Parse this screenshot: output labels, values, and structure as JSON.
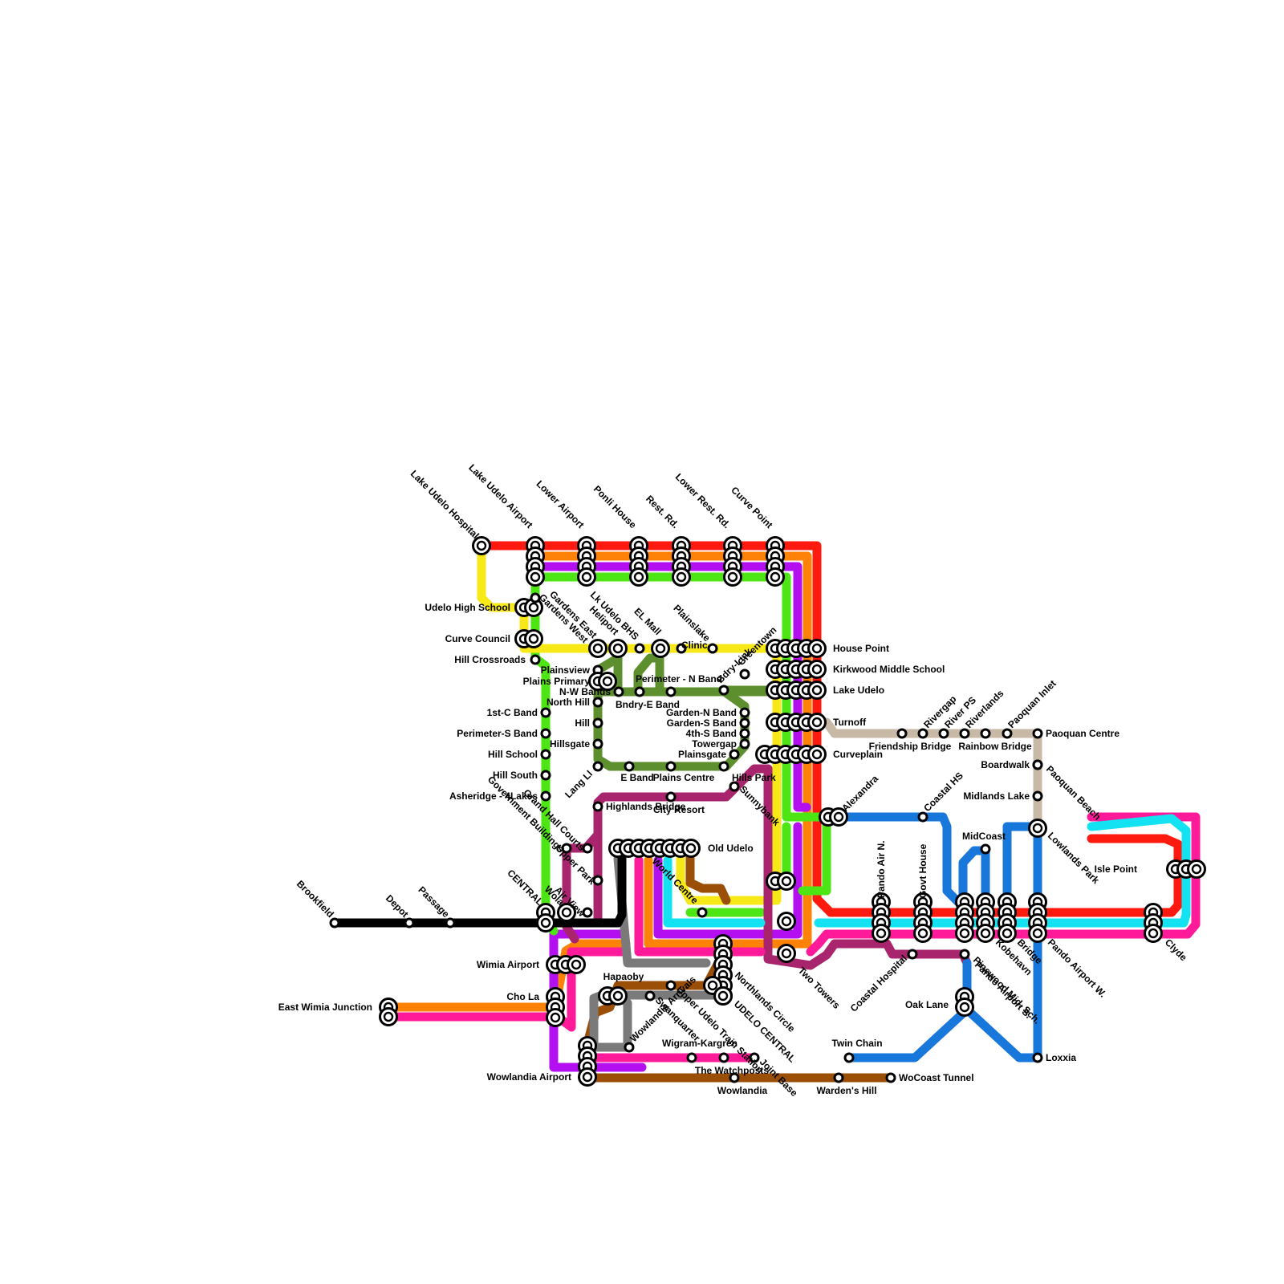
{
  "map": {
    "line_colors": {
      "red": "#ff1a10",
      "orange": "#ff8208",
      "purple": "#b30ff0",
      "green": "#4de513",
      "yellow": "#f7e818",
      "olive": "#5e8f2e",
      "magenta": "#ff1a9a",
      "cyan": "#13e2f2",
      "plum": "#a8256e",
      "brown": "#9a4e06",
      "grey": "#7a7a7a",
      "blue": "#1777db",
      "tan": "#c8b8a6",
      "black": "#000000"
    },
    "stations": [
      {
        "name": "Lake Udelo Hospital"
      },
      {
        "name": "Lake Udelo Airport"
      },
      {
        "name": "Lower Airport"
      },
      {
        "name": "Ponli House"
      },
      {
        "name": "Rest. Rd."
      },
      {
        "name": "Lower Rest. Rd."
      },
      {
        "name": "Curve Point"
      },
      {
        "name": "Udelo High School"
      },
      {
        "name": "Curve Council"
      },
      {
        "name": "Hill Crossroads"
      },
      {
        "name": "Gardens West"
      },
      {
        "name": "Gardens East"
      },
      {
        "name": "Heliport"
      },
      {
        "name": "Lk Udelo BHS"
      },
      {
        "name": "EL Mall"
      },
      {
        "name": "Clinic"
      },
      {
        "name": "Plainslake"
      },
      {
        "name": "Bdry-Link"
      },
      {
        "name": "Greentown"
      },
      {
        "name": "House Point"
      },
      {
        "name": "Kirkwood Middle School"
      },
      {
        "name": "Lake Udelo"
      },
      {
        "name": "Turnoff"
      },
      {
        "name": "Curveplain"
      },
      {
        "name": "Plainsview"
      },
      {
        "name": "Plains Primary"
      },
      {
        "name": "N-W Bands"
      },
      {
        "name": "Bndry-E Band"
      },
      {
        "name": "Perimeter - N Band"
      },
      {
        "name": "North Hill"
      },
      {
        "name": "1st-C Band"
      },
      {
        "name": "Hill"
      },
      {
        "name": "Perimeter-S Band"
      },
      {
        "name": "Hillsgate"
      },
      {
        "name": "Hill School"
      },
      {
        "name": "Hill South"
      },
      {
        "name": "Asheridge - 4Lakes"
      },
      {
        "name": "Garden-N Band"
      },
      {
        "name": "Garden-S Band"
      },
      {
        "name": "4th-S Band"
      },
      {
        "name": "Towergap"
      },
      {
        "name": "Plainsgate"
      },
      {
        "name": "E Band"
      },
      {
        "name": "Plains Centre"
      },
      {
        "name": "Hills Park"
      },
      {
        "name": "Lang Ll"
      },
      {
        "name": "Highlands Bridge"
      },
      {
        "name": "City Resort"
      },
      {
        "name": "Sunnybank"
      },
      {
        "name": "Friendship Bridge"
      },
      {
        "name": "Rivergap"
      },
      {
        "name": "River PS"
      },
      {
        "name": "Riverlands"
      },
      {
        "name": "Rainbow Bridge"
      },
      {
        "name": "Paoquan Inlet"
      },
      {
        "name": "Paoquan Centre"
      },
      {
        "name": "Boardwalk"
      },
      {
        "name": "Paoquan Beach"
      },
      {
        "name": "Midlands Lake"
      },
      {
        "name": "Alexandra"
      },
      {
        "name": "Coastal HS"
      },
      {
        "name": "MidCoast"
      },
      {
        "name": "Lowlands Park"
      },
      {
        "name": "Pando Air N."
      },
      {
        "name": "Govt House"
      },
      {
        "name": "Grand Hall Courts"
      },
      {
        "name": "Government Buildings"
      },
      {
        "name": "Upper Park"
      },
      {
        "name": "Air View"
      },
      {
        "name": "Wola"
      },
      {
        "name": "CENTRAL"
      },
      {
        "name": "Old Udelo"
      },
      {
        "name": "World Centre"
      },
      {
        "name": "Brookfield"
      },
      {
        "name": "Depot"
      },
      {
        "name": "Passage"
      },
      {
        "name": "Wimia Airport"
      },
      {
        "name": "East Wimia Junction"
      },
      {
        "name": "Cho La"
      },
      {
        "name": "Hapaoby"
      },
      {
        "name": "Swanquarter"
      },
      {
        "name": "Upper Udelo Train Station"
      },
      {
        "name": "Northlands Circle"
      },
      {
        "name": "UDELO CENTRAL"
      },
      {
        "name": "Two Towers"
      },
      {
        "name": "Coastal Hospital"
      },
      {
        "name": "Pinewood Mid. Sch."
      },
      {
        "name": "Kobehavn"
      },
      {
        "name": "Bridge"
      },
      {
        "name": "Pando Airport W."
      },
      {
        "name": "Pando Airport S."
      },
      {
        "name": "Oak Lane"
      },
      {
        "name": "Isle Point"
      },
      {
        "name": "Clyde"
      },
      {
        "name": "Wowlandia Arrivals"
      },
      {
        "name": "Wigram-Kargren"
      },
      {
        "name": "Joint Base"
      },
      {
        "name": "The Watchposts"
      },
      {
        "name": "Wowlandia"
      },
      {
        "name": "Twin Chain"
      },
      {
        "name": "Warden's Hill"
      },
      {
        "name": "WoCoast Tunnel"
      },
      {
        "name": "Loxxia"
      },
      {
        "name": "Wowlandia Airport"
      }
    ]
  }
}
